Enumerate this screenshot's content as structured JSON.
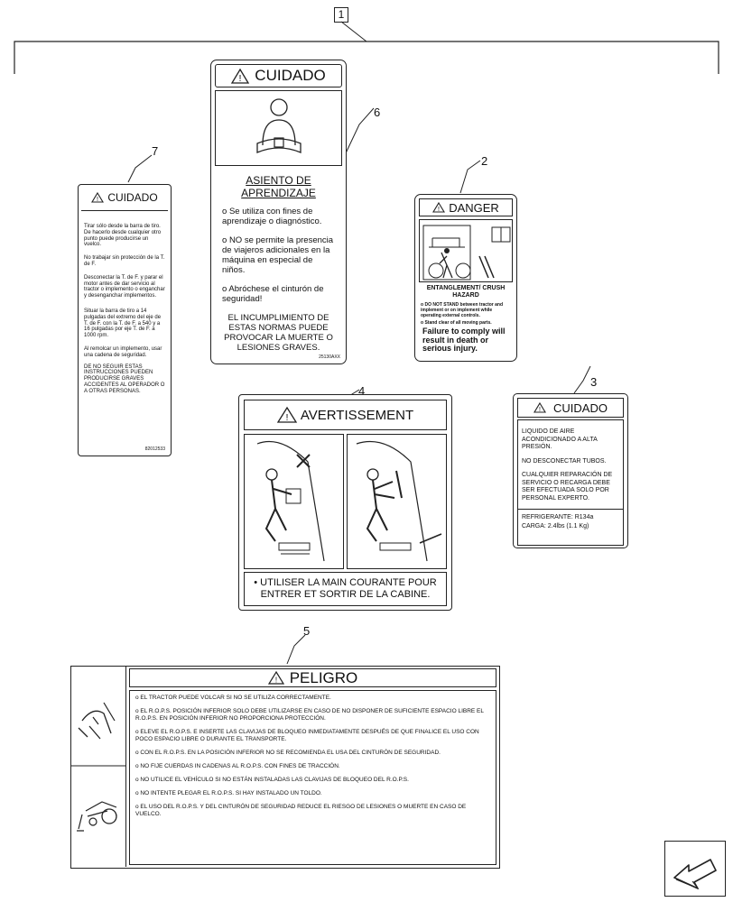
{
  "callouts": {
    "c1": "1",
    "c2": "2",
    "c3": "3",
    "c4": "4",
    "c5": "5",
    "c6": "6",
    "c7": "7"
  },
  "decal6": {
    "header": "CUIDADO",
    "title": "ASIENTO DE APRENDIZAJE",
    "p1": "Se utiliza con fines de aprendizaje o diagnóstico.",
    "p2": "NO se permite la presencia de viajeros adicionales en la máquina en especial de niños.",
    "p3": "Abróchese el cinturón de seguridad!",
    "warning": "EL INCUMPLIMIENTO DE ESTAS NORMAS PUEDE PROVOCAR LA MUERTE O LESIONES GRAVES.",
    "code": "25130AXX"
  },
  "decal7": {
    "header": "CUIDADO",
    "items": [
      "Tirar sólo desde la barra de tiro. De hacerlo desde cualquier otro punto puede producirse un vuelco.",
      "No trabajar sin protección de la T. de F.",
      "Desconectar la T. de F. y parar el motor antes de dar servicio al tractor o implemento o enganchar y desenganchar implementos.",
      "Situar la barra de tiro a 14 pulgadas del extremo del eje de T. de F. con la T. de F. a 540 y a 16 pulgadas por eje T. de F. a 1000 rpm.",
      "Al remolcar un implemento, usar una cadena de seguridad."
    ],
    "warning": "DE NO SEGUIR ESTAS INSTRUCCIONES PUEDEN PRODUCIRSE GRAVES ACCIDENTES AL OPERADOR O A OTRAS PERSONAS.",
    "code": "82012533"
  },
  "decal2": {
    "header": "DANGER",
    "title": "ENTANGLEMENT/ CRUSH HAZARD",
    "b1": "DO NOT STAND between tractor and implement or on implement while operating external controls.",
    "b2": "Stand clear of all moving parts.",
    "warning": "Failure to comply will result in death or serious injury."
  },
  "decal3": {
    "header": "CUIDADO",
    "p1": "LIQUIDO DE AIRE ACONDICIONADO A ALTA PRESIÓN.",
    "p2": "NO DESCONECTAR TUBOS.",
    "p3": "CUALQUIER REPARACIÓN DE SERVICIO O RECARGA DEBE SER EFECTUADA SOLO POR PERSONAL EXPERTO.",
    "ref1": "REFRIGERANTE: R134a",
    "ref2": "CARGA: 2.4lbs (1.1 Kg)"
  },
  "decal4": {
    "header": "AVERTISSEMENT",
    "text": "• UTILISER LA MAIN COURANTE POUR ENTRER ET SORTIR DE LA CABINE."
  },
  "decal5": {
    "header": "PELIGRO",
    "items": [
      "EL TRACTOR PUEDE VOLCAR SI NO SE UTILIZA CORRECTAMENTE.",
      "EL R.O.P.S. POSICIÓN INFERIOR SOLO DEBE UTILIZARSE EN CASO DE NO DISPONER DE SUFICIENTE ESPACIO LIBRE EL R.O.P.S. EN POSICIÓN INFERIOR NO PROPORCIONA PROTECCIÓN.",
      "ELEVE EL R.O.P.S. E INSERTE LAS CLAVIJAS DE BLOQUEO INMEDIATAMENTE DESPUÉS DE QUE FINALICE EL USO CON POCO ESPACIO LIBRE O DURANTE EL TRANSPORTE.",
      "CON EL R.O.P.S. EN LA POSICIÓN INFERIOR NO SE RECOMIENDA EL USA DEL CINTURÓN DE SEGURIDAD.",
      "NO FIJE CUERDAS IN CADENAS AL R.O.P.S. CON FINES DE TRACCIÓN.",
      "NO UTILICE EL VEHÍCULO SI NO ESTÁN INSTALADAS LAS CLAVIJAS DE BLOQUEO DEL R.O.P.S.",
      "NO INTENTE PLEGAR EL R.O.P.S. SI HAY INSTALADO UN TOLDO.",
      "EL USO DEL R.O.P.S. Y DEL CINTURÓN DE SEGURIDAD REDUCE EL RIESGO DE LESIONES O MUERTE EN CASO DE VUELCO."
    ]
  }
}
